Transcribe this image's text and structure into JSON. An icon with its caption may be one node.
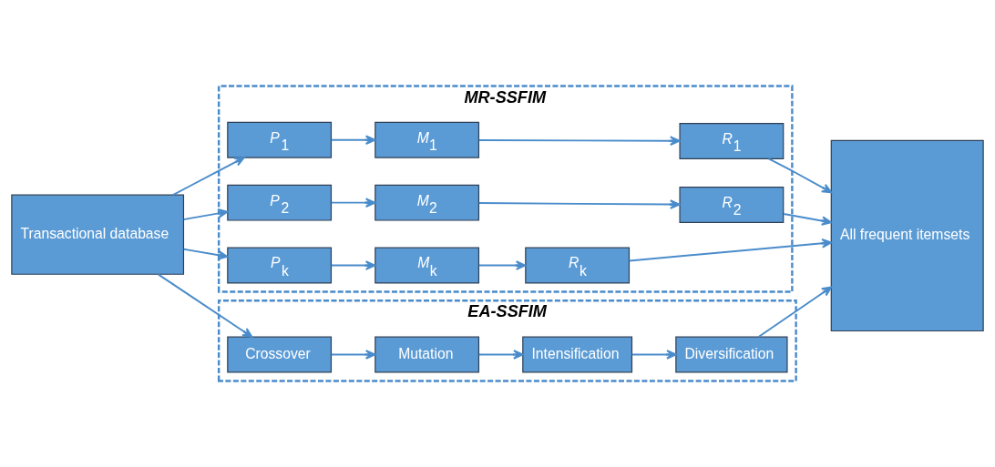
{
  "diagram": {
    "nodes": [
      {
        "text": [
          "Transactional database"
        ]
      },
      {
        "text": [
          "MR-SSFIM"
        ]
      },
      {
        "text": [
          "*P*$_{1}$"
        ],
        "in": 1
      },
      {
        "text": [
          "*M*$_{1}$"
        ],
        "in": 1
      },
      {
        "text": [
          "*R*$_{1}$"
        ],
        "in": 1
      },
      {
        "text": [
          "*P*$_{2}$"
        ],
        "in": 1
      },
      {
        "text": [
          "*M*$_{2}$"
        ],
        "in": 1
      },
      {
        "text": [
          "*R*$_{2}$"
        ],
        "in": 1
      },
      {
        "text": [
          "*P*$_{k}$"
        ],
        "in": 1
      },
      {
        "text": [
          "*M*$_{k}$"
        ],
        "in": 1
      },
      {
        "text": [
          "*R*$_{k}$"
        ],
        "in": 1
      },
      {
        "text": [
          "EA-SSFIM"
        ]
      },
      {
        "text": [
          "Crossover"
        ],
        "in": 11
      },
      {
        "text": [
          "Mutation"
        ],
        "in": 11
      },
      {
        "text": [
          "Intensification"
        ],
        "in": 11
      },
      {
        "text": [
          "Diversification"
        ],
        "in": 11
      },
      {
        "text": [
          "All frequent itemsets"
        ]
      }
    ],
    "edges": [
      {
        "from": 0,
        "to": 2,
        "arrow": "to"
      },
      {
        "from": 0,
        "to": 5,
        "arrow": "to"
      },
      {
        "from": 0,
        "to": 8,
        "arrow": "to"
      },
      {
        "from": 2,
        "to": 3,
        "arrow": "to"
      },
      {
        "from": 3,
        "to": 4,
        "arrow": "to"
      },
      {
        "from": 5,
        "to": 6,
        "arrow": "to"
      },
      {
        "from": 6,
        "to": 7,
        "arrow": "to"
      },
      {
        "from": 8,
        "to": 9,
        "arrow": "to"
      },
      {
        "from": 9,
        "to": 10,
        "arrow": "to"
      },
      {
        "from": 4,
        "to": 16,
        "arrow": "to"
      },
      {
        "from": 7,
        "to": 16,
        "arrow": "to"
      },
      {
        "from": 10,
        "to": 16,
        "arrow": "to"
      },
      {
        "from": 0,
        "to": 12,
        "arrow": "to"
      },
      {
        "from": 12,
        "to": 13,
        "arrow": "to"
      },
      {
        "from": 13,
        "to": 14,
        "arrow": "to"
      },
      {
        "from": 14,
        "to": 15,
        "arrow": "to"
      },
      {
        "from": 15,
        "to": 16,
        "arrow": "to"
      }
    ]
  }
}
